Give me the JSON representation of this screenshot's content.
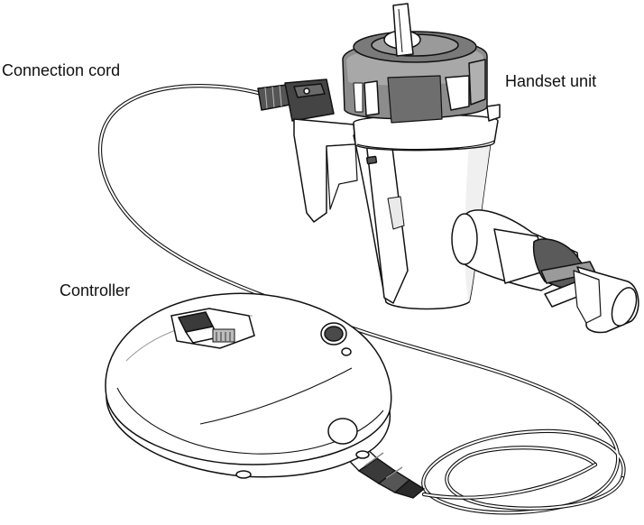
{
  "labels": {
    "connection_cord": "Connection cord",
    "handset_unit": "Handset unit",
    "controller": "Controller"
  },
  "colors": {
    "line": "#111111",
    "body": "#ffffff",
    "cap": "#8c8c8c",
    "cap_dark": "#5a5a5a",
    "shade": "#e6e6e6"
  }
}
